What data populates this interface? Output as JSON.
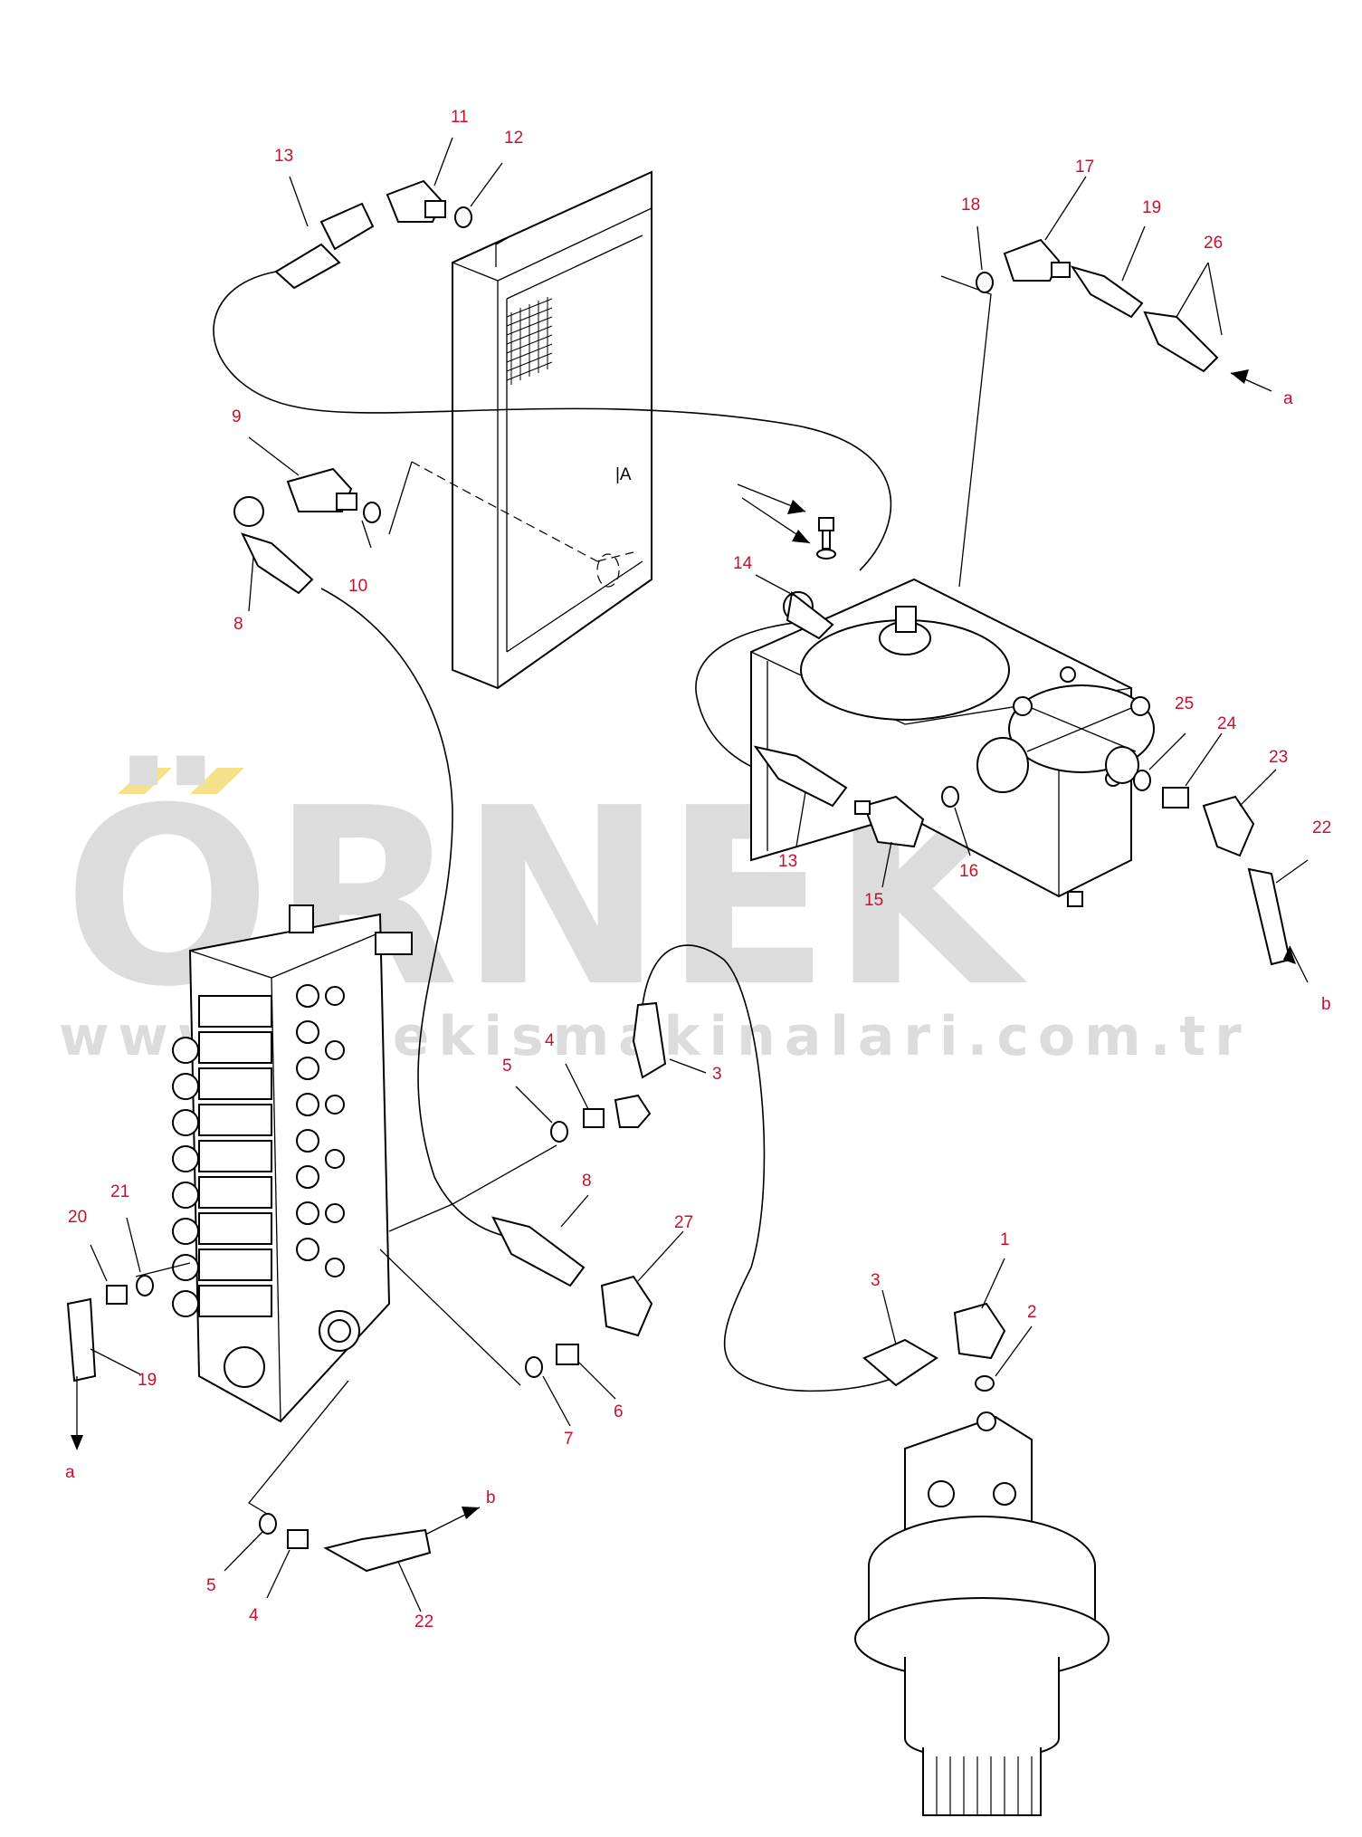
{
  "watermark": {
    "brand": "ÖRNEK",
    "url": "www.ornekismakinalari.com.tr",
    "brand_color": "#dcdcdc",
    "accent_color": "#f7e08a"
  },
  "view_label": "|A",
  "callouts": {
    "c1": "1",
    "c2": "2",
    "c3a": "3",
    "c3b": "3",
    "c4a": "4",
    "c4b": "4",
    "c5a": "5",
    "c5b": "5",
    "c6": "6",
    "c7": "7",
    "c8a": "8",
    "c8b": "8",
    "c9": "9",
    "c10": "10",
    "c11": "11",
    "c12": "12",
    "c13a": "13",
    "c13b": "13",
    "c14": "14",
    "c15": "15",
    "c16": "16",
    "c17": "17",
    "c18": "18",
    "c19a": "19",
    "c19b": "19",
    "c20": "20",
    "c21": "21",
    "c22a": "22",
    "c22b": "22",
    "c23": "23",
    "c24": "24",
    "c25": "25",
    "c26": "26",
    "c27": "27"
  },
  "flow_labels": {
    "a_top": "a",
    "a_bottom": "a",
    "b_right": "b",
    "b_bottom": "b"
  },
  "colors": {
    "callout": "#c8102e",
    "line": "#000000"
  }
}
